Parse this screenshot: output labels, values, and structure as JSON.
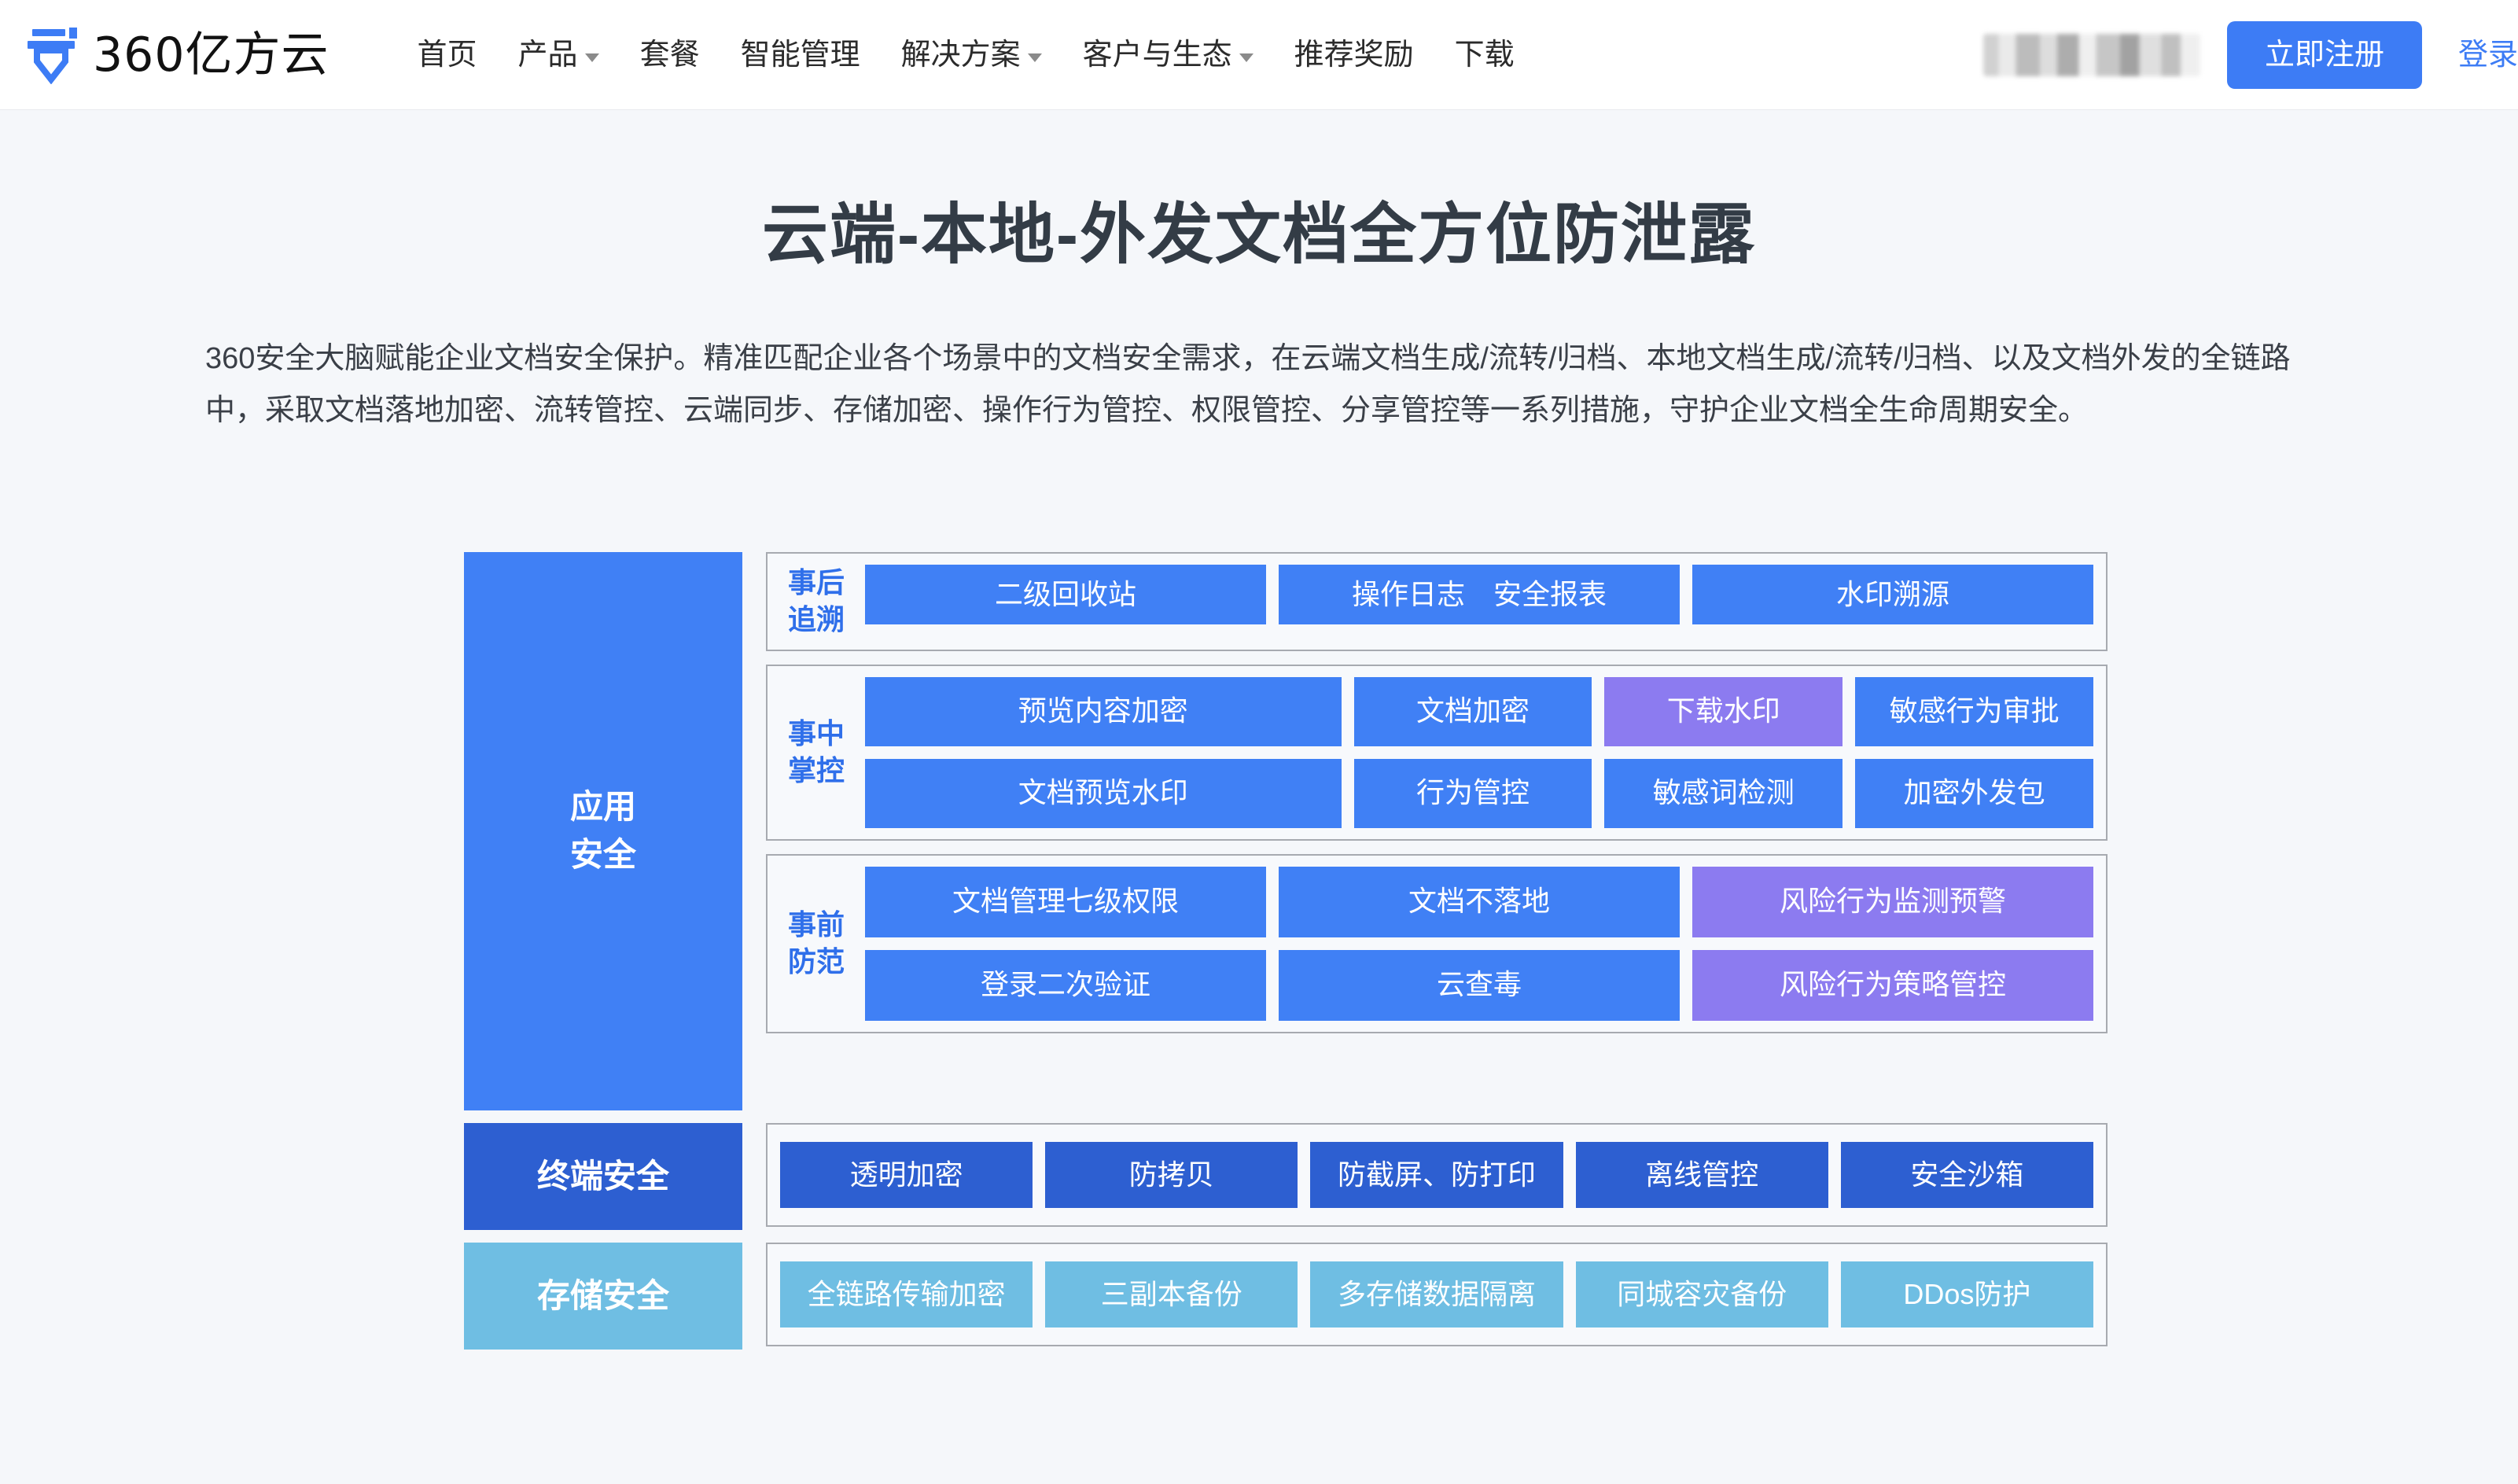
{
  "navbar": {
    "logo_text": "360亿方云",
    "logo_icon": "cloud-pen-logo-icon",
    "menu": [
      {
        "label": "首页",
        "has_dropdown": false
      },
      {
        "label": "产品",
        "has_dropdown": true
      },
      {
        "label": "套餐",
        "has_dropdown": false
      },
      {
        "label": "智能管理",
        "has_dropdown": false
      },
      {
        "label": "解决方案",
        "has_dropdown": true
      },
      {
        "label": "客户与生态",
        "has_dropdown": true
      },
      {
        "label": "推荐奖励",
        "has_dropdown": false
      },
      {
        "label": "下载",
        "has_dropdown": false
      }
    ],
    "redacted_label": "",
    "register_label": "立即注册",
    "login_label": "登录"
  },
  "hero": {
    "title": "云端-本地-外发文档全方位防泄露",
    "description": "360安全大脑赋能企业文档安全保护。精准匹配企业各个场景中的文档安全需求，在云端文档生成/流转/归档、本地文档生成/流转/归档、以及文档外发的全链路中，采取文档落地加密、流转管控、云端同步、存储加密、操作行为管控、权限管控、分享管控等一系列措施，守护企业文档全生命周期安全。"
  },
  "colors": {
    "accent_blue": "#4080f5",
    "deep_blue": "#2d5fd1",
    "light_blue": "#6fbee3",
    "purple": "#8c7bf0",
    "panel_border": "#a7aab0",
    "page_bg": "#f5f7fa"
  },
  "diagram": {
    "categories": {
      "app": "应用\n安全",
      "app_line1": "应用",
      "app_line2": "安全",
      "endpoint": "终端安全",
      "storage": "存储安全"
    },
    "groups": [
      {
        "phase_line1": "事后",
        "phase_line2": "追溯",
        "rows": [
          [
            {
              "label": "二级回收站",
              "color": "blue",
              "wide": false
            },
            {
              "label": "操作日志　安全报表",
              "color": "blue",
              "wide": false
            },
            {
              "label": "水印溯源",
              "color": "blue",
              "wide": false
            }
          ]
        ]
      },
      {
        "phase_line1": "事中",
        "phase_line2": "掌控",
        "rows": [
          [
            {
              "label": "预览内容加密",
              "color": "blue",
              "wide": true
            },
            {
              "label": "文档加密",
              "color": "blue",
              "wide": false
            },
            {
              "label": "下载水印",
              "color": "purple",
              "wide": false
            },
            {
              "label": "敏感行为审批",
              "color": "blue",
              "wide": false
            }
          ],
          [
            {
              "label": "文档预览水印",
              "color": "blue",
              "wide": true
            },
            {
              "label": "行为管控",
              "color": "blue",
              "wide": false
            },
            {
              "label": "敏感词检测",
              "color": "blue",
              "wide": false
            },
            {
              "label": "加密外发包",
              "color": "blue",
              "wide": false
            }
          ]
        ]
      },
      {
        "phase_line1": "事前",
        "phase_line2": "防范",
        "rows": [
          [
            {
              "label": "文档管理七级权限",
              "color": "blue",
              "wide": false
            },
            {
              "label": "文档不落地",
              "color": "blue",
              "wide": false
            },
            {
              "label": "风险行为监测预警",
              "color": "purple",
              "wide": false
            }
          ],
          [
            {
              "label": "登录二次验证",
              "color": "blue",
              "wide": false
            },
            {
              "label": "云查毒",
              "color": "blue",
              "wide": false
            },
            {
              "label": "风险行为策略管控",
              "color": "purple",
              "wide": false
            }
          ]
        ]
      }
    ],
    "endpoint_cells": [
      {
        "label": "透明加密",
        "color": "deep"
      },
      {
        "label": "防拷贝",
        "color": "deep"
      },
      {
        "label": "防截屏、防打印",
        "color": "deep"
      },
      {
        "label": "离线管控",
        "color": "deep"
      },
      {
        "label": "安全沙箱",
        "color": "deep"
      }
    ],
    "storage_cells": [
      {
        "label": "全链路传输加密",
        "color": "light"
      },
      {
        "label": "三副本备份",
        "color": "light"
      },
      {
        "label": "多存储数据隔离",
        "color": "light"
      },
      {
        "label": "同城容灾备份",
        "color": "light"
      },
      {
        "label": "DDos防护",
        "color": "light"
      }
    ]
  }
}
